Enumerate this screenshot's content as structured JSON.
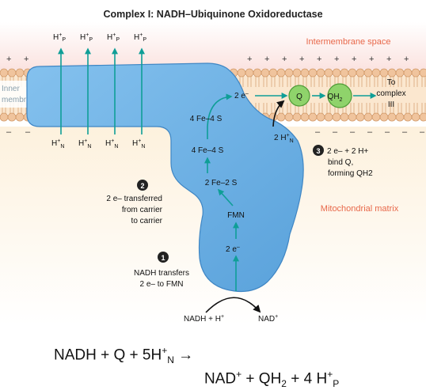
{
  "title": "Complex I: NADH–Ubiquinone Oxidoreductase",
  "regions": {
    "intermembrane": "Intermembrane space",
    "matrix": "Mitochondrial matrix",
    "membrane_line1": "Inner",
    "membrane_line2": "membrane"
  },
  "charges": {
    "plus": "+",
    "minus": "–"
  },
  "protons": {
    "base": "H",
    "sup": "+",
    "p_sub": "P",
    "n_sub": "N",
    "top_count": 4,
    "bottom_count": 4
  },
  "clusters": [
    "4 Fe–4 S",
    "4 Fe–4 S",
    "2 Fe–2 S",
    "FMN"
  ],
  "electron": {
    "base": "2 e",
    "sup": "–"
  },
  "matrix_protons": {
    "base": "2 H",
    "sup": "+",
    "sub": "N"
  },
  "quinone": {
    "q": "Q",
    "qh_base": "QH",
    "qh_sub": "2"
  },
  "to_complex": [
    "To",
    "complex",
    "III"
  ],
  "steps": [
    {
      "num": "1",
      "lines": [
        "NADH transfers",
        "2 e– to FMN"
      ]
    },
    {
      "num": "2",
      "lines": [
        "2 e– transferred",
        "from carrier",
        "to carrier"
      ]
    },
    {
      "num": "3",
      "lines": [
        "2 e–  + 2 H+",
        "bind Q,",
        "forming QH2"
      ]
    }
  ],
  "reaction": {
    "nadh": "NADH + H",
    "sup": "+",
    "nad": "NAD",
    "nad_sup": "+"
  },
  "equation": {
    "line1_a": "NADH + Q + 5H",
    "line1_sup": "+",
    "line1_sub": "N",
    "line1_arrow": " →",
    "line2_a": "NAD",
    "line2_sup": "+",
    "line2_b": " + QH",
    "line2_sub": "2",
    "line2_c": " + 4 H",
    "line2_sup2": "+",
    "line2_sub2": "P"
  },
  "colors": {
    "protein": "#6bb0e3",
    "protein_edge": "#3f86c4",
    "arrow": "#0f9e97",
    "quinone": "#8fd36b",
    "membrane_head": "#f0c49d",
    "matrix_bg": "#fdf0d6",
    "region_label": "#e8684a"
  }
}
